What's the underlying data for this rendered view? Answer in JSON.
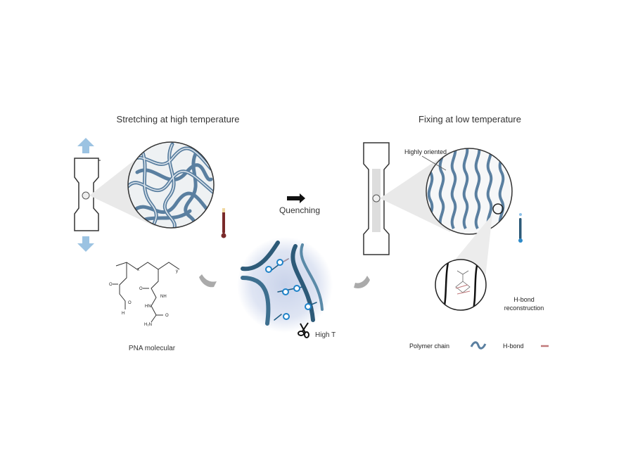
{
  "left_panel": {
    "title": "Stretching at high temperature",
    "molecule_label": "PNA molecular",
    "chem_atoms": {
      "o1": "O",
      "o2": "O",
      "h": "H",
      "nh": "NH",
      "hn": "HN",
      "o3": "O",
      "h2n": "H₂N",
      "x": "x",
      "y": "y"
    }
  },
  "center_panel": {
    "process_label": "Quenching",
    "cut_label": "High T"
  },
  "right_panel": {
    "title": "Fixing at low temperature",
    "orientation_label": "Highly oriented",
    "hbond_label_line1": "H-bond",
    "hbond_label_line2": "reconstruction"
  },
  "legend": {
    "polymer_chain": "Polymer chain",
    "h_bond": "H-bond"
  },
  "colors": {
    "chain": "#5a7fa0",
    "chain_dark": "#2d5a78",
    "arrow_blue": "#9cc3e2",
    "hbond": "#c0787a",
    "node": "#1e82c8"
  }
}
